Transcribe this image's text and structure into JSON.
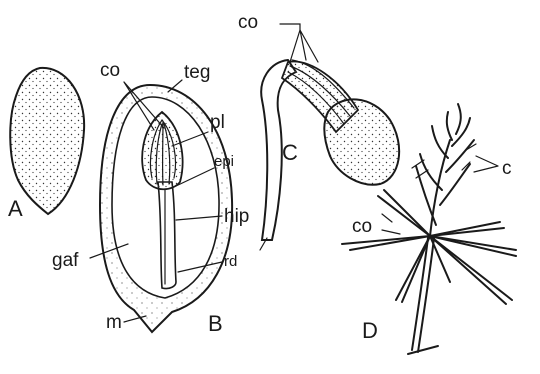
{
  "figure": {
    "panels": {
      "A": "A",
      "B": "B",
      "C": "C",
      "D": "D"
    },
    "labels": {
      "co_B": "co",
      "teg": "teg",
      "pl": "pl",
      "epi": "epi",
      "hip": "hip",
      "gaf": "gaf",
      "rd": "rd",
      "m": "m",
      "co_C": "co",
      "co_D": "co",
      "c": "c"
    }
  }
}
